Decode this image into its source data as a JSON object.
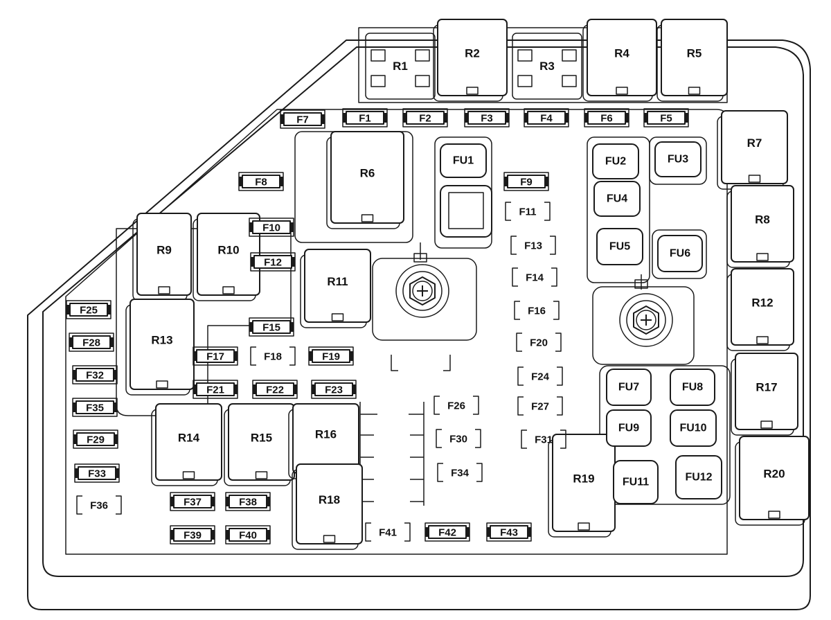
{
  "relays": [
    "R1",
    "R2",
    "R3",
    "R4",
    "R5",
    "R6",
    "R7",
    "R8",
    "R9",
    "R10",
    "R11",
    "R12",
    "R13",
    "R14",
    "R15",
    "R16",
    "R17",
    "R18",
    "R19",
    "R20"
  ],
  "fuses": [
    "F1",
    "F2",
    "F3",
    "F4",
    "F5",
    "F6",
    "F7",
    "F8",
    "F9",
    "F10",
    "F11",
    "F12",
    "F13",
    "F14",
    "F15",
    "F16",
    "F17",
    "F18",
    "F19",
    "F20",
    "F21",
    "F22",
    "F23",
    "F24",
    "F25",
    "F26",
    "F27",
    "F28",
    "F29",
    "F30",
    "F31",
    "F32",
    "F33",
    "F34",
    "F35",
    "F36",
    "F37",
    "F38",
    "F39",
    "F40",
    "F41",
    "F42",
    "F43"
  ],
  "fuse_units": [
    "FU1",
    "FU2",
    "FU3",
    "FU4",
    "FU5",
    "FU6",
    "FU7",
    "FU8",
    "FU9",
    "FU10",
    "FU11",
    "FU12"
  ]
}
